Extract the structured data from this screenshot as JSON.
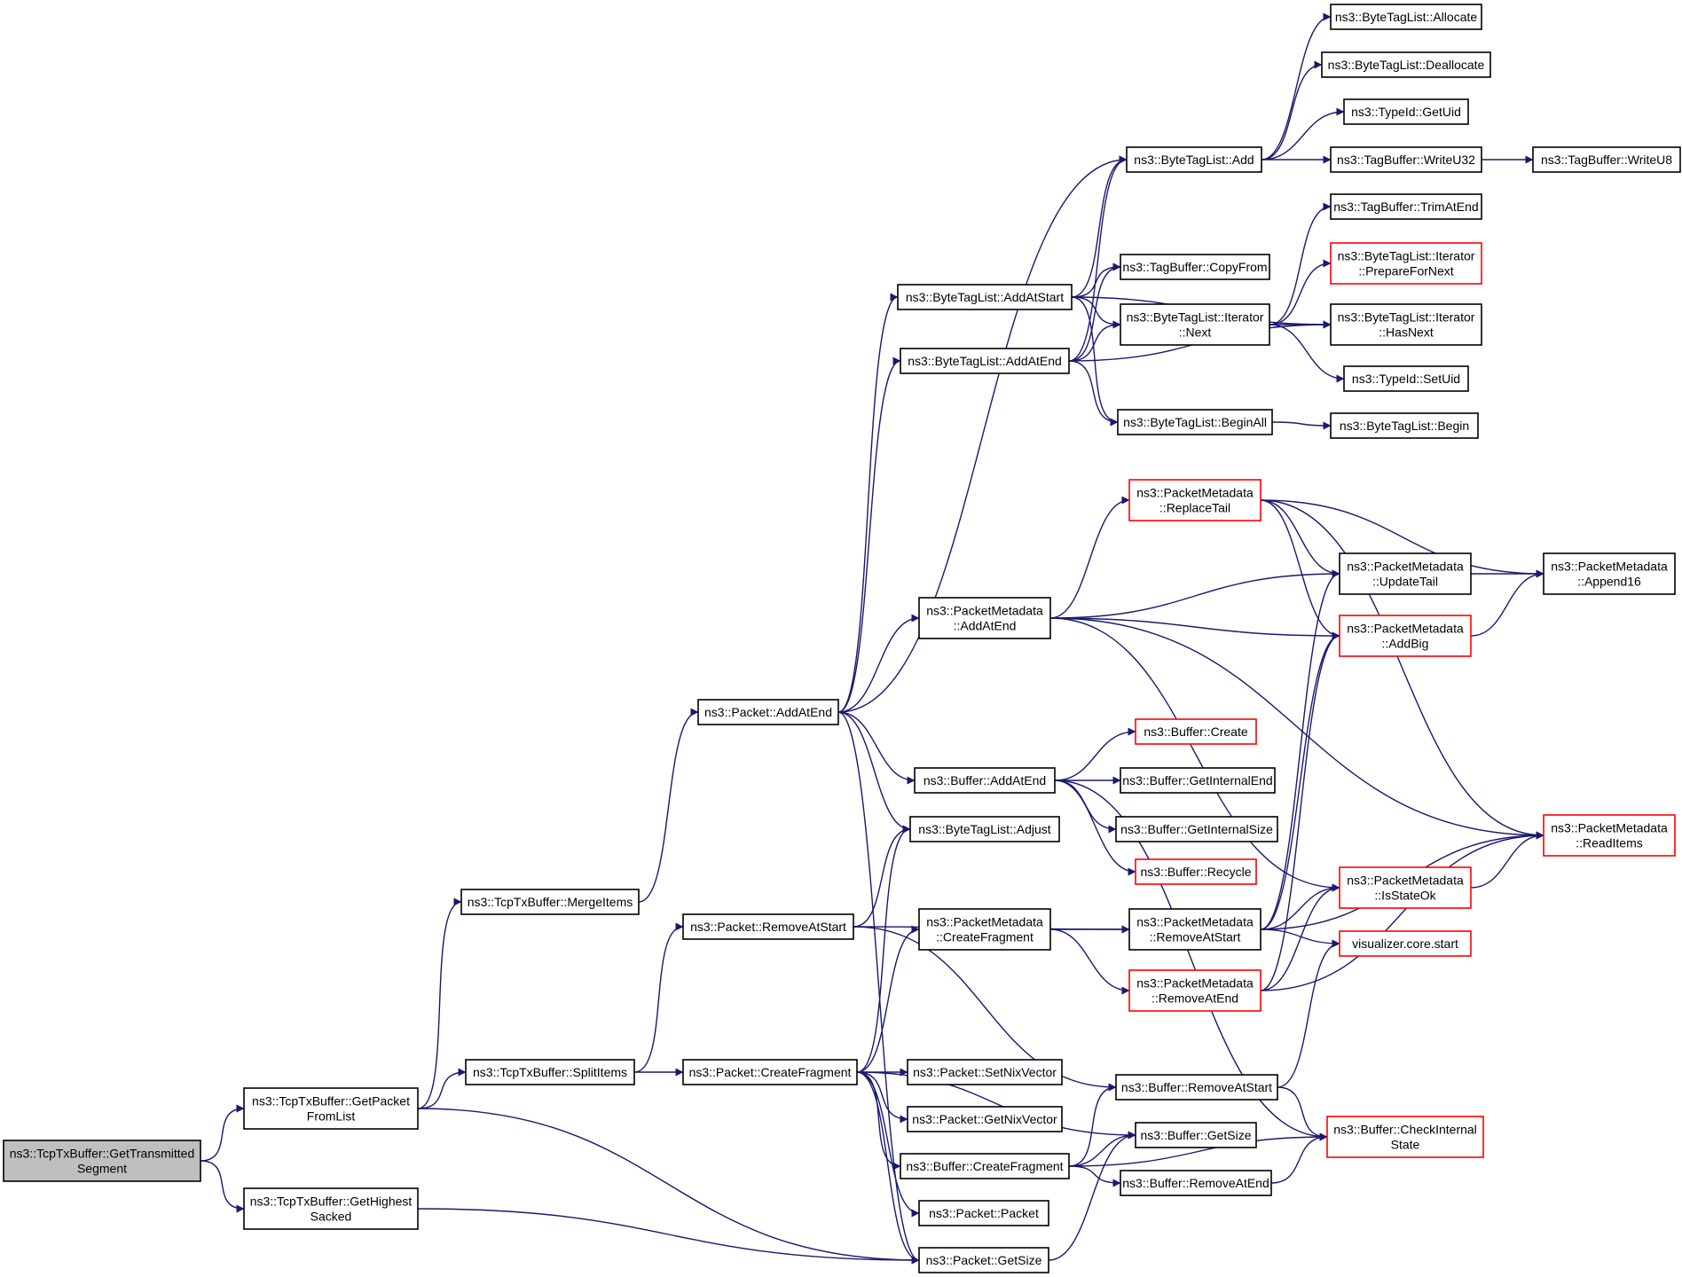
{
  "colors": {
    "edge": "#191970",
    "node_border_default": "#000000",
    "node_border_truncated": "#ff0000",
    "root_fill": "#bfbfbf",
    "node_fill": "#ffffff",
    "text": "#000000"
  },
  "nodes": [
    {
      "id": "root",
      "lines": [
        "ns3::TcpTxBuffer::GetTransmitted",
        "Segment"
      ],
      "style": "root"
    },
    {
      "id": "getPacketFromList",
      "lines": [
        "ns3::TcpTxBuffer::GetPacket",
        "FromList"
      ],
      "style": "normal"
    },
    {
      "id": "getHighestSacked",
      "lines": [
        "ns3::TcpTxBuffer::GetHighest",
        "Sacked"
      ],
      "style": "normal"
    },
    {
      "id": "mergeItems",
      "lines": [
        "ns3::TcpTxBuffer::MergeItems"
      ],
      "style": "normal"
    },
    {
      "id": "splitItems",
      "lines": [
        "ns3::TcpTxBuffer::SplitItems"
      ],
      "style": "normal"
    },
    {
      "id": "pktAddAtEnd",
      "lines": [
        "ns3::Packet::AddAtEnd"
      ],
      "style": "normal"
    },
    {
      "id": "pktRemoveAtStart",
      "lines": [
        "ns3::Packet::RemoveAtStart"
      ],
      "style": "normal"
    },
    {
      "id": "pktCreateFragment",
      "lines": [
        "ns3::Packet::CreateFragment"
      ],
      "style": "normal"
    },
    {
      "id": "btlAdd",
      "lines": [
        "ns3::ByteTagList::Add"
      ],
      "style": "normal"
    },
    {
      "id": "btlAddAtStart",
      "lines": [
        "ns3::ByteTagList::AddAtStart"
      ],
      "style": "normal"
    },
    {
      "id": "btlAddAtEnd",
      "lines": [
        "ns3::ByteTagList::AddAtEnd"
      ],
      "style": "normal"
    },
    {
      "id": "pmAddAtEnd",
      "lines": [
        "ns3::PacketMetadata",
        "::AddAtEnd"
      ],
      "style": "normal"
    },
    {
      "id": "bufAddAtEnd",
      "lines": [
        "ns3::Buffer::AddAtEnd"
      ],
      "style": "normal"
    },
    {
      "id": "btlAdjust",
      "lines": [
        "ns3::ByteTagList::Adjust"
      ],
      "style": "normal"
    },
    {
      "id": "pmCreateFragment",
      "lines": [
        "ns3::PacketMetadata",
        "::CreateFragment"
      ],
      "style": "normal"
    },
    {
      "id": "pktSetNixVector",
      "lines": [
        "ns3::Packet::SetNixVector"
      ],
      "style": "normal"
    },
    {
      "id": "pktGetNixVector",
      "lines": [
        "ns3::Packet::GetNixVector"
      ],
      "style": "normal"
    },
    {
      "id": "bufCreateFragment",
      "lines": [
        "ns3::Buffer::CreateFragment"
      ],
      "style": "normal"
    },
    {
      "id": "pktPacket",
      "lines": [
        "ns3::Packet::Packet"
      ],
      "style": "normal"
    },
    {
      "id": "pktGetSize",
      "lines": [
        "ns3::Packet::GetSize"
      ],
      "style": "normal"
    },
    {
      "id": "btlAllocate",
      "lines": [
        "ns3::ByteTagList::Allocate"
      ],
      "style": "normal"
    },
    {
      "id": "btlDeallocate",
      "lines": [
        "ns3::ByteTagList::Deallocate"
      ],
      "style": "normal"
    },
    {
      "id": "typeIdGetUid",
      "lines": [
        "ns3::TypeId::GetUid"
      ],
      "style": "normal"
    },
    {
      "id": "tbWriteU32",
      "lines": [
        "ns3::TagBuffer::WriteU32"
      ],
      "style": "normal"
    },
    {
      "id": "tbWriteU8",
      "lines": [
        "ns3::TagBuffer::WriteU8"
      ],
      "style": "normal"
    },
    {
      "id": "tbTrimAtEnd",
      "lines": [
        "ns3::TagBuffer::TrimAtEnd"
      ],
      "style": "normal"
    },
    {
      "id": "tbCopyFrom",
      "lines": [
        "ns3::TagBuffer::CopyFrom"
      ],
      "style": "normal"
    },
    {
      "id": "btlIterNext",
      "lines": [
        "ns3::ByteTagList::Iterator",
        "::Next"
      ],
      "style": "normal"
    },
    {
      "id": "btlIterPrepare",
      "lines": [
        "ns3::ByteTagList::Iterator",
        "::PrepareForNext"
      ],
      "style": "truncated"
    },
    {
      "id": "btlIterHasNext",
      "lines": [
        "ns3::ByteTagList::Iterator",
        "::HasNext"
      ],
      "style": "normal"
    },
    {
      "id": "typeIdSetUid",
      "lines": [
        "ns3::TypeId::SetUid"
      ],
      "style": "normal"
    },
    {
      "id": "btlBeginAll",
      "lines": [
        "ns3::ByteTagList::BeginAll"
      ],
      "style": "normal"
    },
    {
      "id": "btlBegin",
      "lines": [
        "ns3::ByteTagList::Begin"
      ],
      "style": "normal"
    },
    {
      "id": "pmReplaceTail",
      "lines": [
        "ns3::PacketMetadata",
        "::ReplaceTail"
      ],
      "style": "truncated"
    },
    {
      "id": "pmUpdateTail",
      "lines": [
        "ns3::PacketMetadata",
        "::UpdateTail"
      ],
      "style": "normal"
    },
    {
      "id": "pmAppend16",
      "lines": [
        "ns3::PacketMetadata",
        "::Append16"
      ],
      "style": "normal"
    },
    {
      "id": "pmAddBig",
      "lines": [
        "ns3::PacketMetadata",
        "::AddBig"
      ],
      "style": "truncated"
    },
    {
      "id": "bufCreate",
      "lines": [
        "ns3::Buffer::Create"
      ],
      "style": "truncated"
    },
    {
      "id": "bufGetInternalEnd",
      "lines": [
        "ns3::Buffer::GetInternalEnd"
      ],
      "style": "normal"
    },
    {
      "id": "bufGetInternalSize",
      "lines": [
        "ns3::Buffer::GetInternalSize"
      ],
      "style": "normal"
    },
    {
      "id": "bufRecycle",
      "lines": [
        "ns3::Buffer::Recycle"
      ],
      "style": "truncated"
    },
    {
      "id": "pmReadItems",
      "lines": [
        "ns3::PacketMetadata",
        "::ReadItems"
      ],
      "style": "truncated"
    },
    {
      "id": "pmIsStateOk",
      "lines": [
        "ns3::PacketMetadata",
        "::IsStateOk"
      ],
      "style": "truncated"
    },
    {
      "id": "pmRemoveAtStart",
      "lines": [
        "ns3::PacketMetadata",
        "::RemoveAtStart"
      ],
      "style": "normal"
    },
    {
      "id": "vizStart",
      "lines": [
        "visualizer.core.start"
      ],
      "style": "truncated"
    },
    {
      "id": "pmRemoveAtEnd",
      "lines": [
        "ns3::PacketMetadata",
        "::RemoveAtEnd"
      ],
      "style": "truncated"
    },
    {
      "id": "bufRemoveAtStart",
      "lines": [
        "ns3::Buffer::RemoveAtStart"
      ],
      "style": "normal"
    },
    {
      "id": "bufGetSize",
      "lines": [
        "ns3::Buffer::GetSize"
      ],
      "style": "normal"
    },
    {
      "id": "bufCheckInternalState",
      "lines": [
        "ns3::Buffer::CheckInternal",
        "State"
      ],
      "style": "truncated"
    },
    {
      "id": "bufRemoveAtEnd",
      "lines": [
        "ns3::Buffer::RemoveAtEnd"
      ],
      "style": "normal"
    }
  ],
  "edges": [
    [
      "root",
      "getPacketFromList"
    ],
    [
      "root",
      "getHighestSacked"
    ],
    [
      "getPacketFromList",
      "mergeItems"
    ],
    [
      "getPacketFromList",
      "splitItems"
    ],
    [
      "getPacketFromList",
      "pktGetSize"
    ],
    [
      "getHighestSacked",
      "pktGetSize"
    ],
    [
      "mergeItems",
      "pktAddAtEnd"
    ],
    [
      "splitItems",
      "pktRemoveAtStart"
    ],
    [
      "splitItems",
      "pktCreateFragment"
    ],
    [
      "pktAddAtEnd",
      "btlAdd"
    ],
    [
      "pktAddAtEnd",
      "btlAddAtStart"
    ],
    [
      "pktAddAtEnd",
      "btlAddAtEnd"
    ],
    [
      "pktAddAtEnd",
      "pmAddAtEnd"
    ],
    [
      "pktAddAtEnd",
      "bufAddAtEnd"
    ],
    [
      "pktAddAtEnd",
      "btlAdjust"
    ],
    [
      "pktAddAtEnd",
      "pktGetSize"
    ],
    [
      "pktRemoveAtStart",
      "btlAdjust"
    ],
    [
      "pktRemoveAtStart",
      "pmRemoveAtStart"
    ],
    [
      "pktRemoveAtStart",
      "bufRemoveAtStart"
    ],
    [
      "pktCreateFragment",
      "btlAdjust"
    ],
    [
      "pktCreateFragment",
      "pmCreateFragment"
    ],
    [
      "pktCreateFragment",
      "pktSetNixVector"
    ],
    [
      "pktCreateFragment",
      "pktGetNixVector"
    ],
    [
      "pktCreateFragment",
      "bufCreateFragment"
    ],
    [
      "pktCreateFragment",
      "pktPacket"
    ],
    [
      "pktCreateFragment",
      "pktGetSize"
    ],
    [
      "pktCreateFragment",
      "bufGetSize"
    ],
    [
      "btlAdd",
      "btlAllocate"
    ],
    [
      "btlAdd",
      "btlDeallocate"
    ],
    [
      "btlAdd",
      "typeIdGetUid"
    ],
    [
      "btlAdd",
      "tbWriteU32"
    ],
    [
      "tbWriteU32",
      "tbWriteU8"
    ],
    [
      "btlAddAtStart",
      "btlAdd"
    ],
    [
      "btlAddAtStart",
      "tbCopyFrom"
    ],
    [
      "btlAddAtStart",
      "btlIterNext"
    ],
    [
      "btlAddAtStart",
      "btlIterHasNext"
    ],
    [
      "btlAddAtStart",
      "btlBeginAll"
    ],
    [
      "btlAddAtEnd",
      "btlAdd"
    ],
    [
      "btlAddAtEnd",
      "tbCopyFrom"
    ],
    [
      "btlAddAtEnd",
      "btlIterNext"
    ],
    [
      "btlAddAtEnd",
      "btlIterHasNext"
    ],
    [
      "btlAddAtEnd",
      "btlBeginAll"
    ],
    [
      "btlIterNext",
      "tbTrimAtEnd"
    ],
    [
      "btlIterNext",
      "btlIterPrepare"
    ],
    [
      "btlIterNext",
      "btlIterHasNext"
    ],
    [
      "btlIterNext",
      "typeIdSetUid"
    ],
    [
      "btlBeginAll",
      "btlBegin"
    ],
    [
      "pmAddAtEnd",
      "pmReplaceTail"
    ],
    [
      "pmAddAtEnd",
      "pmUpdateTail"
    ],
    [
      "pmAddAtEnd",
      "pmAddBig"
    ],
    [
      "pmAddAtEnd",
      "pmReadItems"
    ],
    [
      "pmAddAtEnd",
      "pmIsStateOk"
    ],
    [
      "pmReplaceTail",
      "pmAppend16"
    ],
    [
      "pmReplaceTail",
      "pmUpdateTail"
    ],
    [
      "pmReplaceTail",
      "pmAddBig"
    ],
    [
      "pmReplaceTail",
      "pmReadItems"
    ],
    [
      "pmUpdateTail",
      "pmAppend16"
    ],
    [
      "pmAddBig",
      "pmAppend16"
    ],
    [
      "bufAddAtEnd",
      "bufCreate"
    ],
    [
      "bufAddAtEnd",
      "bufGetInternalEnd"
    ],
    [
      "bufAddAtEnd",
      "bufGetInternalSize"
    ],
    [
      "bufAddAtEnd",
      "bufRecycle"
    ],
    [
      "bufAddAtEnd",
      "bufCheckInternalState"
    ],
    [
      "pmCreateFragment",
      "pmRemoveAtStart"
    ],
    [
      "pmCreateFragment",
      "pmRemoveAtEnd"
    ],
    [
      "pmRemoveAtStart",
      "pmUpdateTail"
    ],
    [
      "pmRemoveAtStart",
      "pmAddBig"
    ],
    [
      "pmRemoveAtStart",
      "pmReadItems"
    ],
    [
      "pmRemoveAtStart",
      "pmIsStateOk"
    ],
    [
      "pmRemoveAtStart",
      "vizStart"
    ],
    [
      "pmRemoveAtEnd",
      "pmAddBig"
    ],
    [
      "pmRemoveAtEnd",
      "pmReadItems"
    ],
    [
      "pmRemoveAtEnd",
      "pmIsStateOk"
    ],
    [
      "pmIsStateOk",
      "pmReadItems"
    ],
    [
      "bufCreateFragment",
      "bufRemoveAtStart"
    ],
    [
      "bufCreateFragment",
      "bufGetSize"
    ],
    [
      "bufCreateFragment",
      "bufRemoveAtEnd"
    ],
    [
      "bufCreateFragment",
      "bufCheckInternalState"
    ],
    [
      "bufRemoveAtStart",
      "vizStart"
    ],
    [
      "bufRemoveAtStart",
      "bufCheckInternalState"
    ],
    [
      "bufRemoveAtEnd",
      "bufCheckInternalState"
    ],
    [
      "pktGetSize",
      "bufGetSize"
    ]
  ]
}
